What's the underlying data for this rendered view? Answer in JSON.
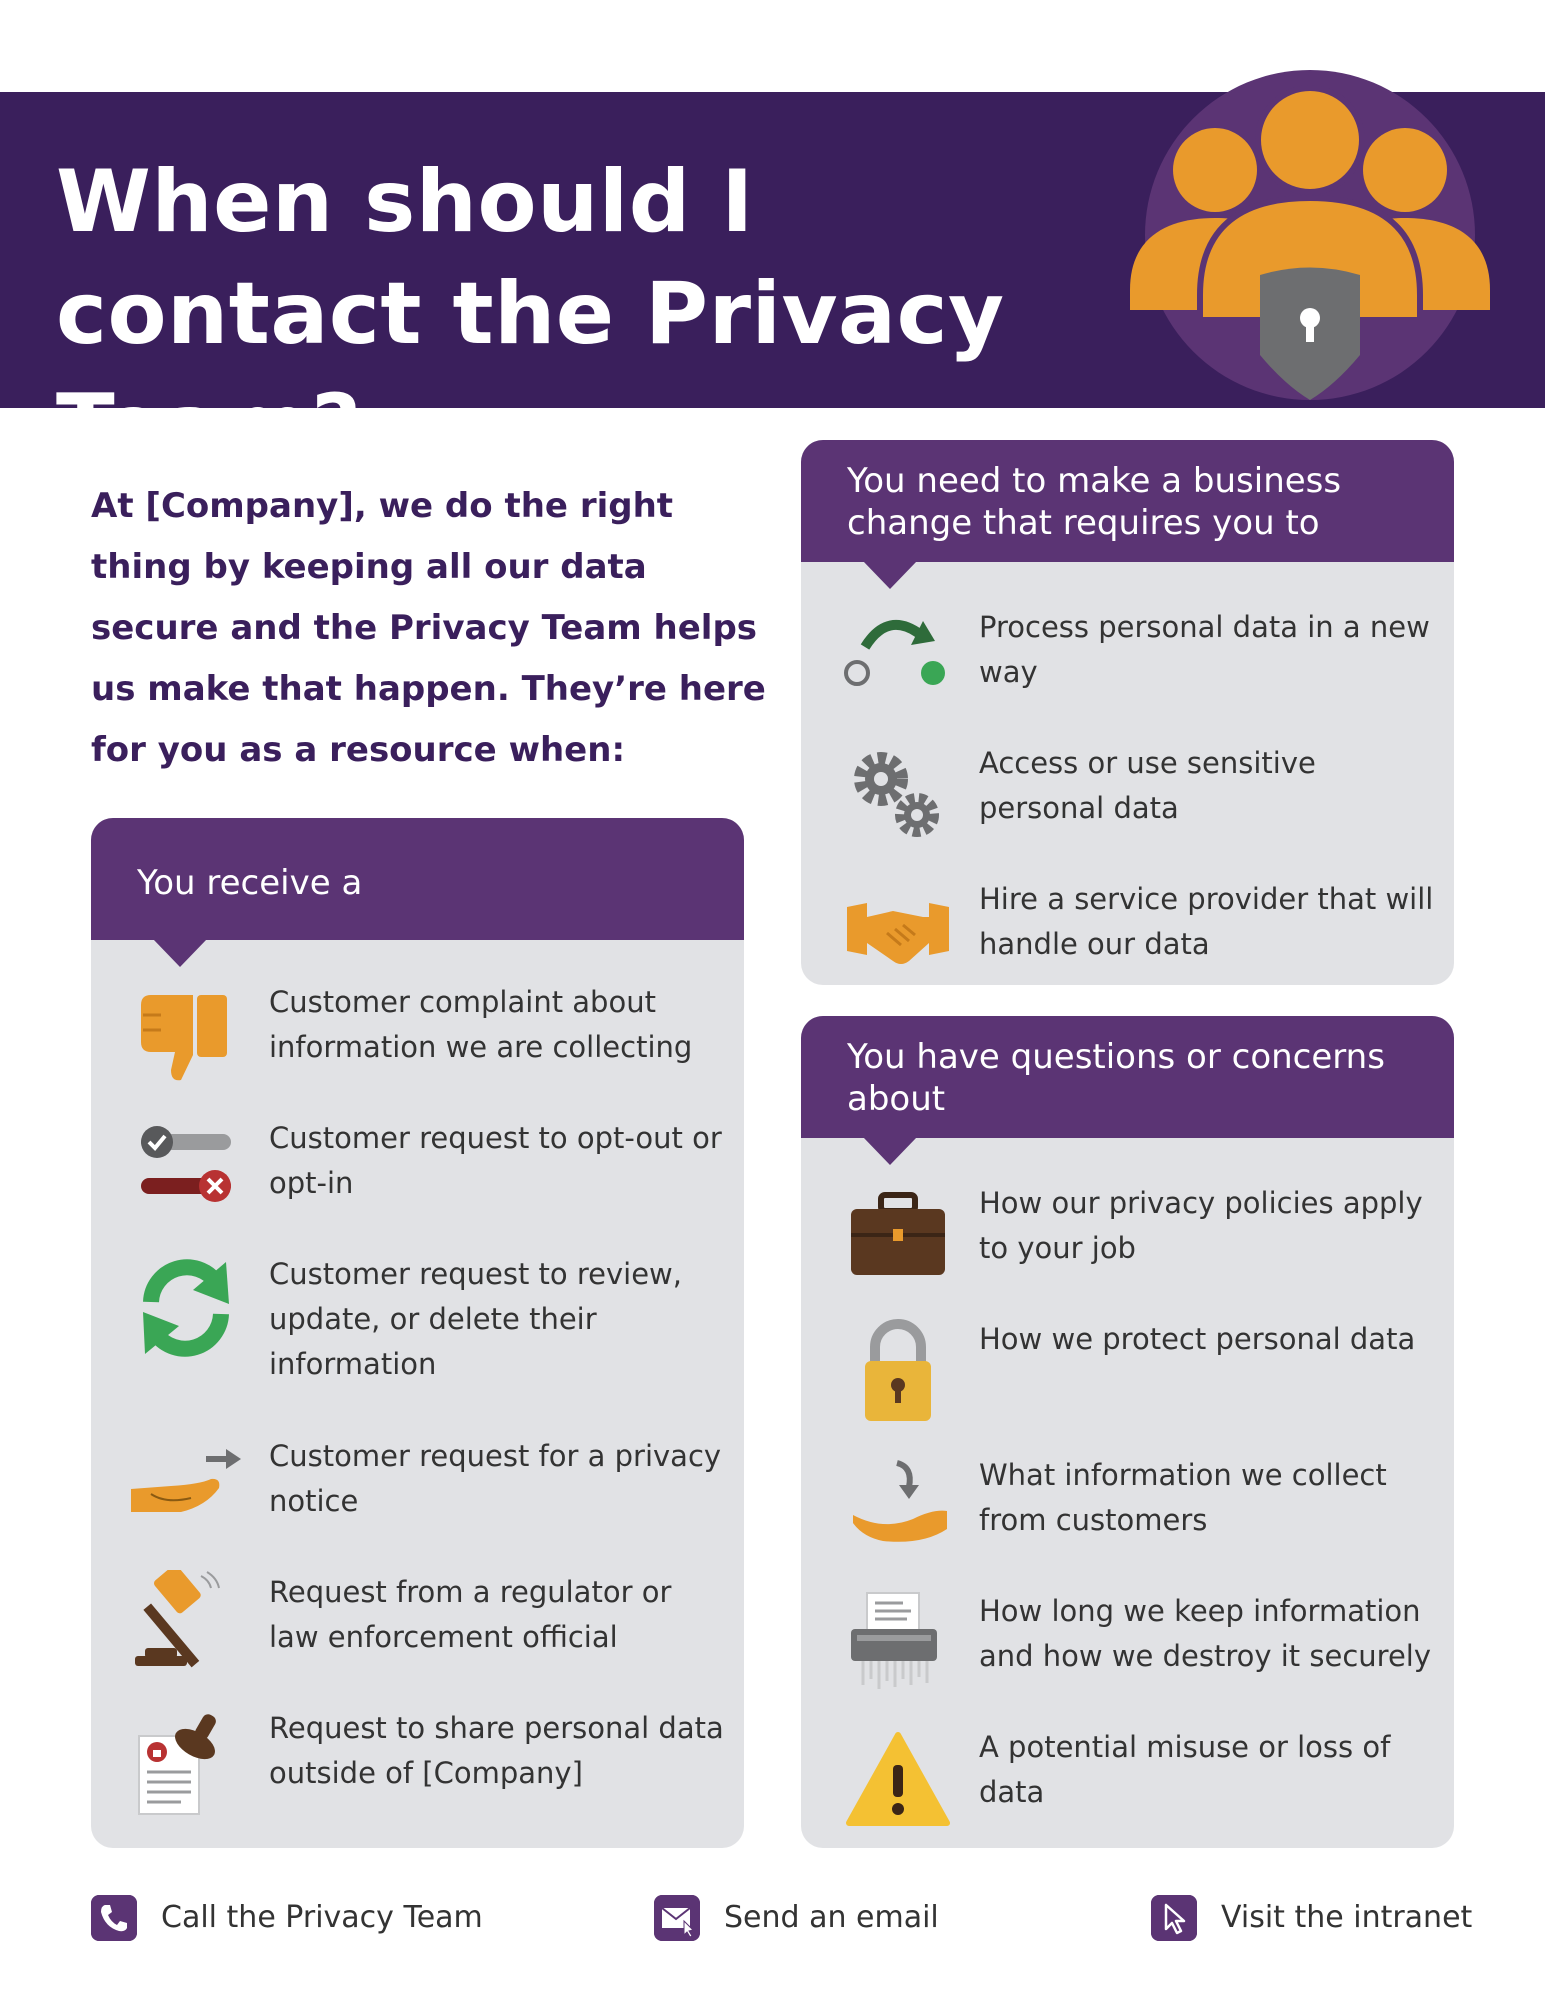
{
  "header": {
    "title": "When should I contact the Privacy Team?",
    "icon": "team-lock-icon"
  },
  "intro": "At [Company], we do the right thing by keeping all our data secure and the Privacy Team helps us make that happen. They’re here for you as a resource when:",
  "receive_panel": {
    "title": "You receive a",
    "items": [
      {
        "icon": "thumbs-down-icon",
        "text": "Customer complaint about information we are collecting"
      },
      {
        "icon": "toggle-switch-icon",
        "text": "Customer request to opt-out or opt-in"
      },
      {
        "icon": "refresh-icon",
        "text": "Customer request to review, update, or delete their information"
      },
      {
        "icon": "hand-giving-icon",
        "text": "Customer request for a privacy notice"
      },
      {
        "icon": "gavel-icon",
        "text": "Request from a regulator or law enforcement official"
      },
      {
        "icon": "stamp-document-icon",
        "text": "Request to share personal data outside of [Company]"
      }
    ]
  },
  "change_panel": {
    "title": "You need to make a business change that requires you to",
    "items": [
      {
        "icon": "process-arrow-icon",
        "text": "Process personal data in a new way"
      },
      {
        "icon": "gears-icon",
        "text": "Access or use sensitive personal data"
      },
      {
        "icon": "handshake-icon",
        "text": "Hire a service provider that will handle our data"
      }
    ]
  },
  "questions_panel": {
    "title": "You have questions or concerns about",
    "items": [
      {
        "icon": "briefcase-icon",
        "text": "How our privacy policies apply to your job"
      },
      {
        "icon": "padlock-icon",
        "text": "How we protect personal data"
      },
      {
        "icon": "hand-receive-icon",
        "text": "What information we collect from customers"
      },
      {
        "icon": "shredder-icon",
        "text": "How long we keep information and how we destroy it securely"
      },
      {
        "icon": "warning-icon",
        "text": "A potential misuse or loss of data"
      }
    ]
  },
  "contacts": [
    {
      "icon": "phone-icon",
      "label": "Call the Privacy Team"
    },
    {
      "icon": "email-icon",
      "label": "Send an email"
    },
    {
      "icon": "cursor-icon",
      "label": "Visit the intranet"
    }
  ],
  "colors": {
    "banner": "#3a1f5c",
    "panel_header": "#5b3474",
    "panel_bg": "#e1e2e5",
    "accent": "#e99a2c",
    "intro_text": "#3a1f5c"
  }
}
